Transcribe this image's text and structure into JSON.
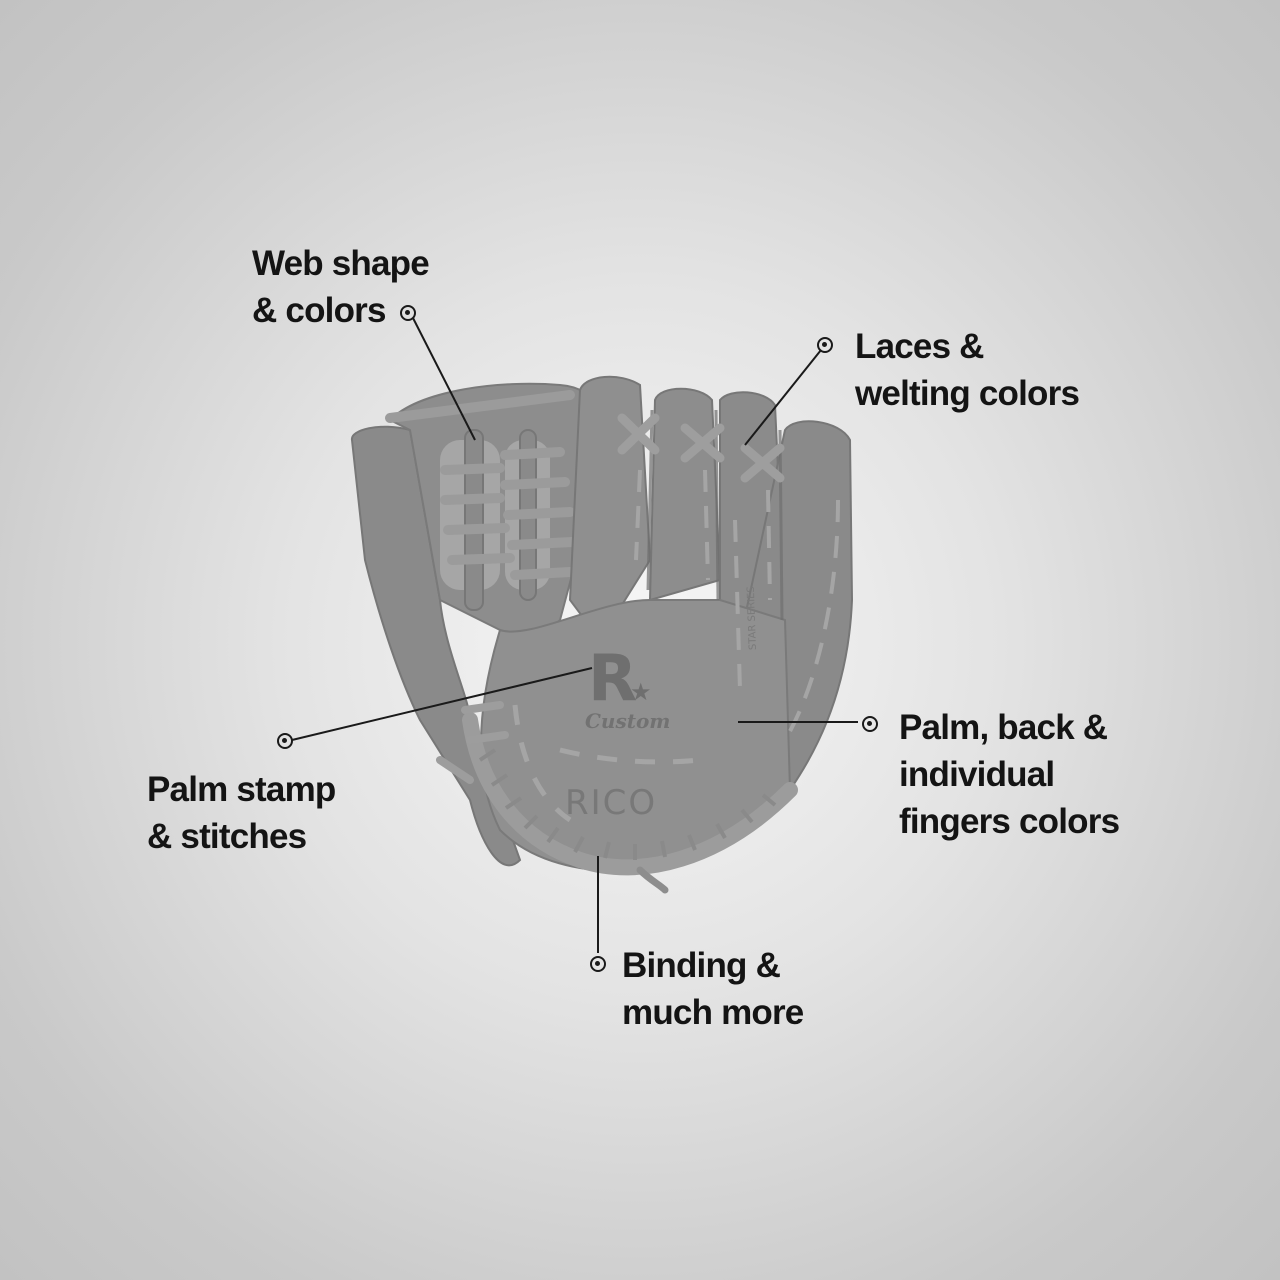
{
  "callouts": {
    "web": {
      "line1": "Web shape",
      "line2": "& colors"
    },
    "laces": {
      "line1": "Laces &",
      "line2": "welting colors"
    },
    "palm_stamp": {
      "line1": "Palm stamp",
      "line2": "& stitches"
    },
    "palm_back": {
      "line1": "Palm, back &",
      "line2": "individual",
      "line3": "fingers colors"
    },
    "binding": {
      "line1": "Binding &",
      "line2": "much more"
    }
  },
  "glove": {
    "logo_letter": "R",
    "logo_script": "Custom",
    "brand": "RICO",
    "finger_stamp": "STAR SERIES"
  },
  "colors": {
    "leather": "#8c8c8c",
    "leather_dark": "#6e6e6e",
    "lace": "#9a9a9a",
    "text": "#141414"
  }
}
